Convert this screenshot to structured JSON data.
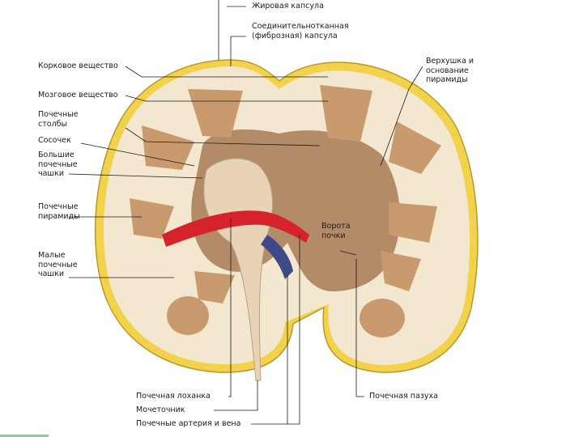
{
  "diagram": {
    "labels": {
      "fat_capsule": "Жировая капсула",
      "fibrous_capsule": "Соединительнотканная\n(фиброзная) капсула",
      "cortex": "Корковое вещество",
      "medulla": "Мозговое вещество",
      "renal_columns": "Почечные\nстолбы",
      "papilla": "Сосочек",
      "major_calyces": "Большие\nпочечные\nчашки",
      "renal_pyramids": "Почечные\nпирамиды",
      "minor_calyces": "Малые\nпочечные\nчашки",
      "apex_base": "Верхушка и\nоснование\nпирамиды",
      "hilum": "Ворота\nпочки",
      "renal_pelvis": "Почечная лоханка",
      "ureter": "Мочеточник",
      "artery_vein": "Почечные артерия и вена",
      "renal_sinus": "Почечная пазуха"
    },
    "colors": {
      "capsule": "#f2d24a",
      "cortex": "#f4e7cf",
      "pyramid": "#c99a6e",
      "sinus": "#a77a56",
      "artery": "#d6222b",
      "vein": "#3e4a86",
      "pelvis": "#e8d3b6"
    }
  }
}
